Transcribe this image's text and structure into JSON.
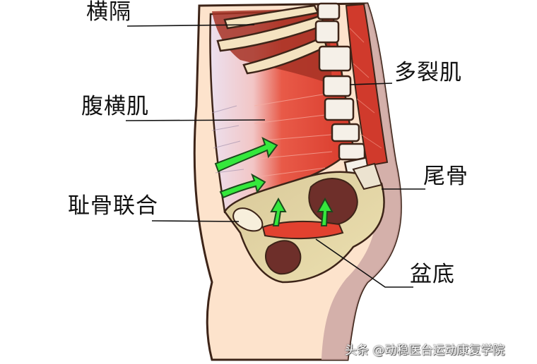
{
  "labels": {
    "diaphragm": "横隔",
    "multifidus": "多裂肌",
    "transverse_abdominis": "腹横肌",
    "pubic_symphysis": "耻骨联合",
    "coccyx": "尾骨",
    "pelvic_floor": "盆底"
  },
  "watermark": "头条 @动稳医台运动康复学院",
  "colors": {
    "skin": "#fde3cc",
    "skin_shadow": "#cfaaa6",
    "muscle": "#e2412f",
    "muscle_dark": "#8e2a22",
    "bone": "#f4ecd6",
    "pelvis": "#e6d9a6",
    "organ": "#6e2f2a",
    "arrow": "#35e83c",
    "outline": "#4a2a1c",
    "leader_line": "#111111"
  },
  "arrows": {
    "count": 4,
    "meaning": "green arrows indicating contraction direction"
  }
}
